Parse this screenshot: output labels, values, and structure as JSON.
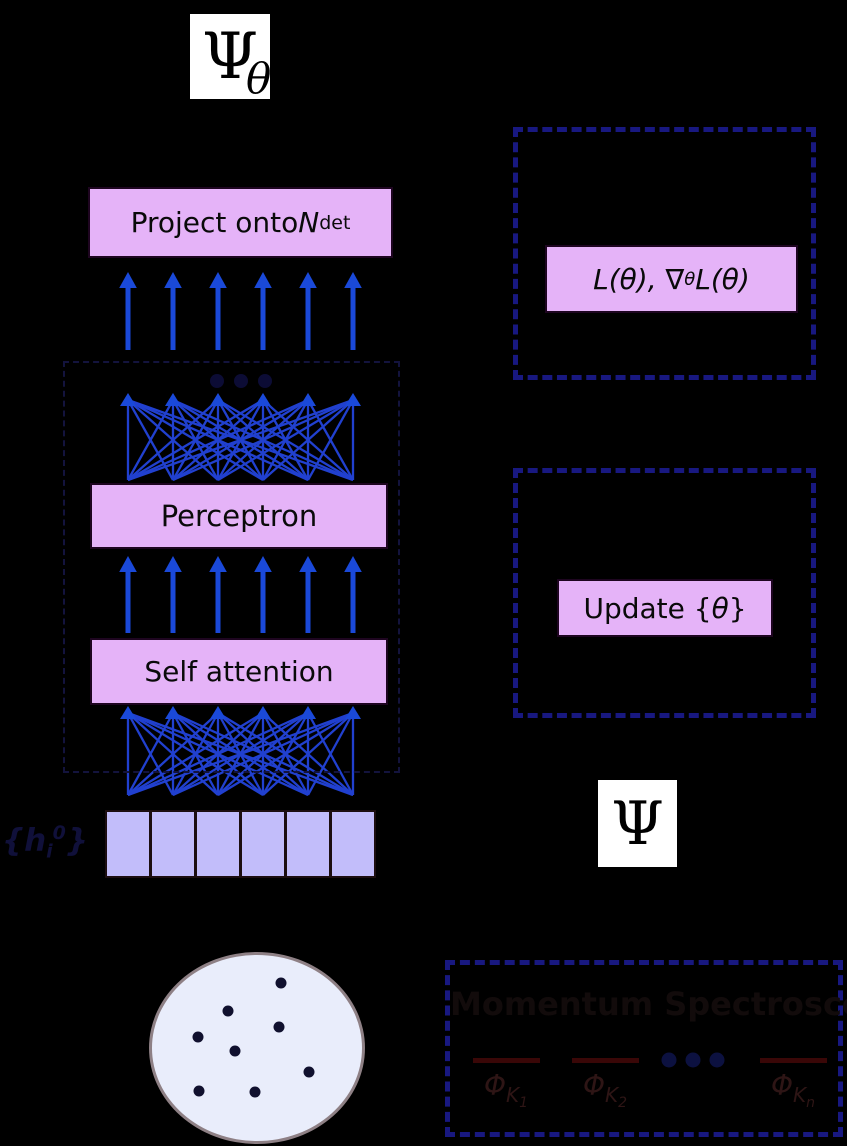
{
  "network": {
    "psi_theta": {
      "base": "Ψ",
      "sub": "θ"
    },
    "project_label": {
      "pre": "Project onto ",
      "var": "N",
      "sub": "det"
    },
    "perceptron_label": "Perceptron",
    "attention_label": "Self attention",
    "h0_label": {
      "open": "{",
      "var": "h",
      "sub": "i",
      "sup": "0",
      "close": "}"
    },
    "ellipsis_dot_count": 3
  },
  "optimization": {
    "loss_label": {
      "pre": "L(θ), ∇",
      "sub": "θ",
      "post": " L(θ)"
    },
    "update_label_pre": "Update {",
    "update_label_theta": "θ",
    "update_label_post": "}",
    "psi": "Ψ"
  },
  "sample": {
    "electron_dot_count": 8
  },
  "spectroscopy": {
    "title": "Momentum Spectroscopy",
    "entries": [
      {
        "symbol": "Φ",
        "sub": "K",
        "index": "1"
      },
      {
        "symbol": "Φ",
        "sub": "K",
        "index": "2"
      },
      {
        "symbol": "Φ",
        "sub": "K",
        "index": "n"
      }
    ],
    "ellipsis_dot_count": 3
  },
  "colors": {
    "background": "#000000",
    "box_fill": "#e5b3f8",
    "token_fill": "#c2bdfa",
    "arrow_blue": "#1a49d9",
    "line_blue": "#2140cf",
    "dashed_navy": "#181880",
    "faint_navy": "#13133d",
    "dot_navy": "#0c0c35",
    "legend_dot_navy": "#0c1140",
    "spectral_red": "#3a0707",
    "label_maroon": "#2e1515",
    "ellipse_fill": "#e9edfb",
    "ellipse_border": "#8e8085"
  }
}
